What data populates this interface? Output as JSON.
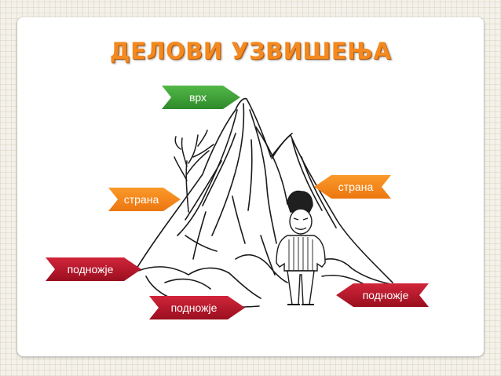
{
  "title": "ДЕЛОВИ УЗВИШЕЊА",
  "labels": {
    "peak": "врх",
    "side_left": "страна",
    "side_right": "страна",
    "foot_left": "подножје",
    "foot_center": "подножје",
    "foot_right": "подножје"
  },
  "colors": {
    "title": "#f3891f",
    "peak": "#3fa23a",
    "side": "#f28a1f",
    "foot": "#b8182c"
  },
  "illustration": "mountain-with-person"
}
